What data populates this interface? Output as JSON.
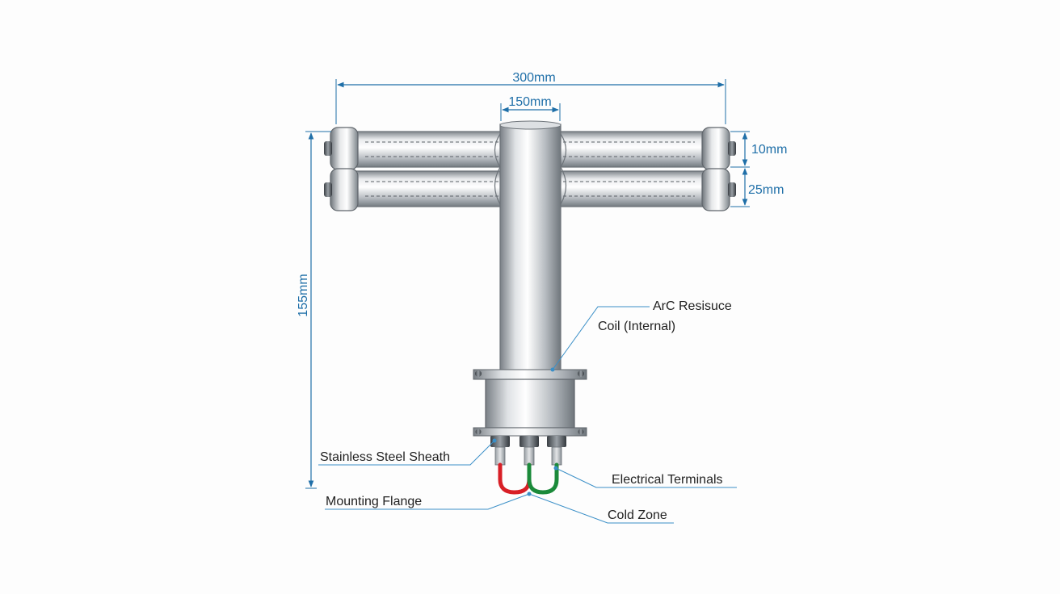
{
  "dimensions": {
    "overall_width": "300mm",
    "stem_width": "150mm",
    "tube_height": "10mm",
    "tube_spacing": "25mm",
    "overall_height": "155mm"
  },
  "labels": {
    "coil_line1": "ArC Resisuce",
    "coil_line2": "Coil (Internal)",
    "sheath": "Stainless Steel Sheath",
    "terminals": "Electrical Terminals",
    "flange": "Mounting Flange",
    "cold_zone": "Cold Zone"
  },
  "colors": {
    "dimension": "#1f6fa8",
    "leader": "#3a8fc7",
    "steel_light": "#f2f3f4",
    "steel_dark": "#8e949a",
    "wire_red": "#d81f26",
    "wire_green": "#1b8a3a"
  }
}
